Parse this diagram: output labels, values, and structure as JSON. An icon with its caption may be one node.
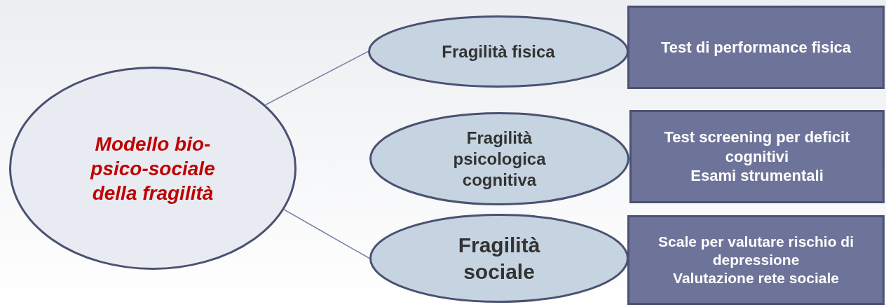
{
  "diagram": {
    "nodes": [
      {
        "text": [
          "Modello bio-psico-sociale della fragilità"
        ]
      },
      {
        "text": [
          "Fragilità fisica"
        ]
      },
      {
        "text": [
          "Test di performance fisica"
        ]
      },
      {
        "text": [
          "Fragilità psicologica cognitiva"
        ]
      },
      {
        "text": [
          "Test screening per deficit cognitivi",
          "Esami strumentali"
        ]
      },
      {
        "text": [
          "Fragilità sociale"
        ]
      },
      {
        "text": [
          "Scale per valutare rischio di depressione",
          "Valutazione rete sociale"
        ]
      }
    ],
    "edges": [
      {
        "from": 0,
        "to": 1,
        "arrow": "none"
      },
      {
        "from": 0,
        "to": 5,
        "arrow": "none"
      }
    ]
  }
}
